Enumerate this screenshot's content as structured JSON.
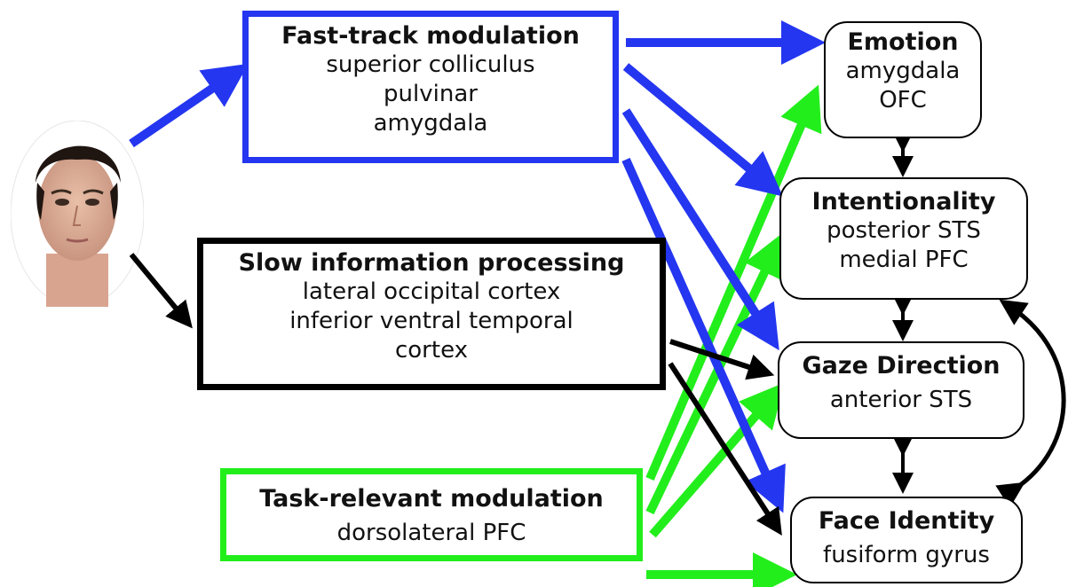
{
  "colors": {
    "fast": "#2436f0",
    "slow": "#000000",
    "task": "#22ee1c"
  },
  "face_image": {
    "icon": "face-photo-icon"
  },
  "sources": {
    "fast": {
      "title": "Fast-track modulation",
      "lines": [
        "superior colliculus",
        "pulvinar",
        "amygdala"
      ]
    },
    "slow": {
      "title": "Slow information processing",
      "lines": [
        "lateral occipital cortex",
        "inferior ventral temporal",
        "cortex"
      ]
    },
    "task": {
      "title": "Task-relevant modulation",
      "lines": [
        "dorsolateral PFC"
      ]
    }
  },
  "targets": {
    "emotion": {
      "title": "Emotion",
      "lines": [
        "amygdala",
        "OFC"
      ]
    },
    "intentionality": {
      "title": "Intentionality",
      "lines": [
        "posterior STS",
        "medial PFC"
      ]
    },
    "gaze": {
      "title": "Gaze Direction",
      "lines": [
        "anterior STS"
      ]
    },
    "identity": {
      "title": "Face Identity",
      "lines": [
        "fusiform gyrus"
      ]
    }
  }
}
